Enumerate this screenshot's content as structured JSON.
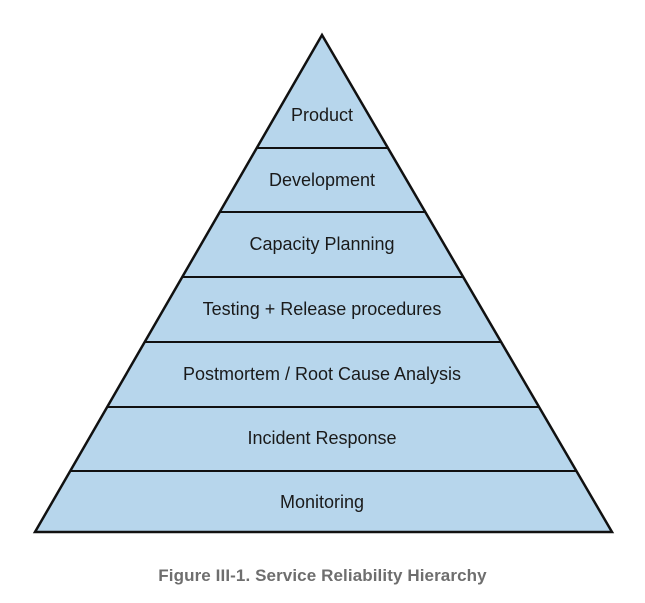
{
  "diagram": {
    "levels": [
      {
        "label": "Product"
      },
      {
        "label": "Development"
      },
      {
        "label": "Capacity Planning"
      },
      {
        "label": "Testing + Release procedures"
      },
      {
        "label": "Postmortem / Root Cause Analysis"
      },
      {
        "label": "Incident Response"
      },
      {
        "label": "Monitoring"
      }
    ],
    "fill_color": "#b7d6ec",
    "stroke_color": "#111111"
  },
  "caption": "Figure III-1. Service Reliability Hierarchy"
}
